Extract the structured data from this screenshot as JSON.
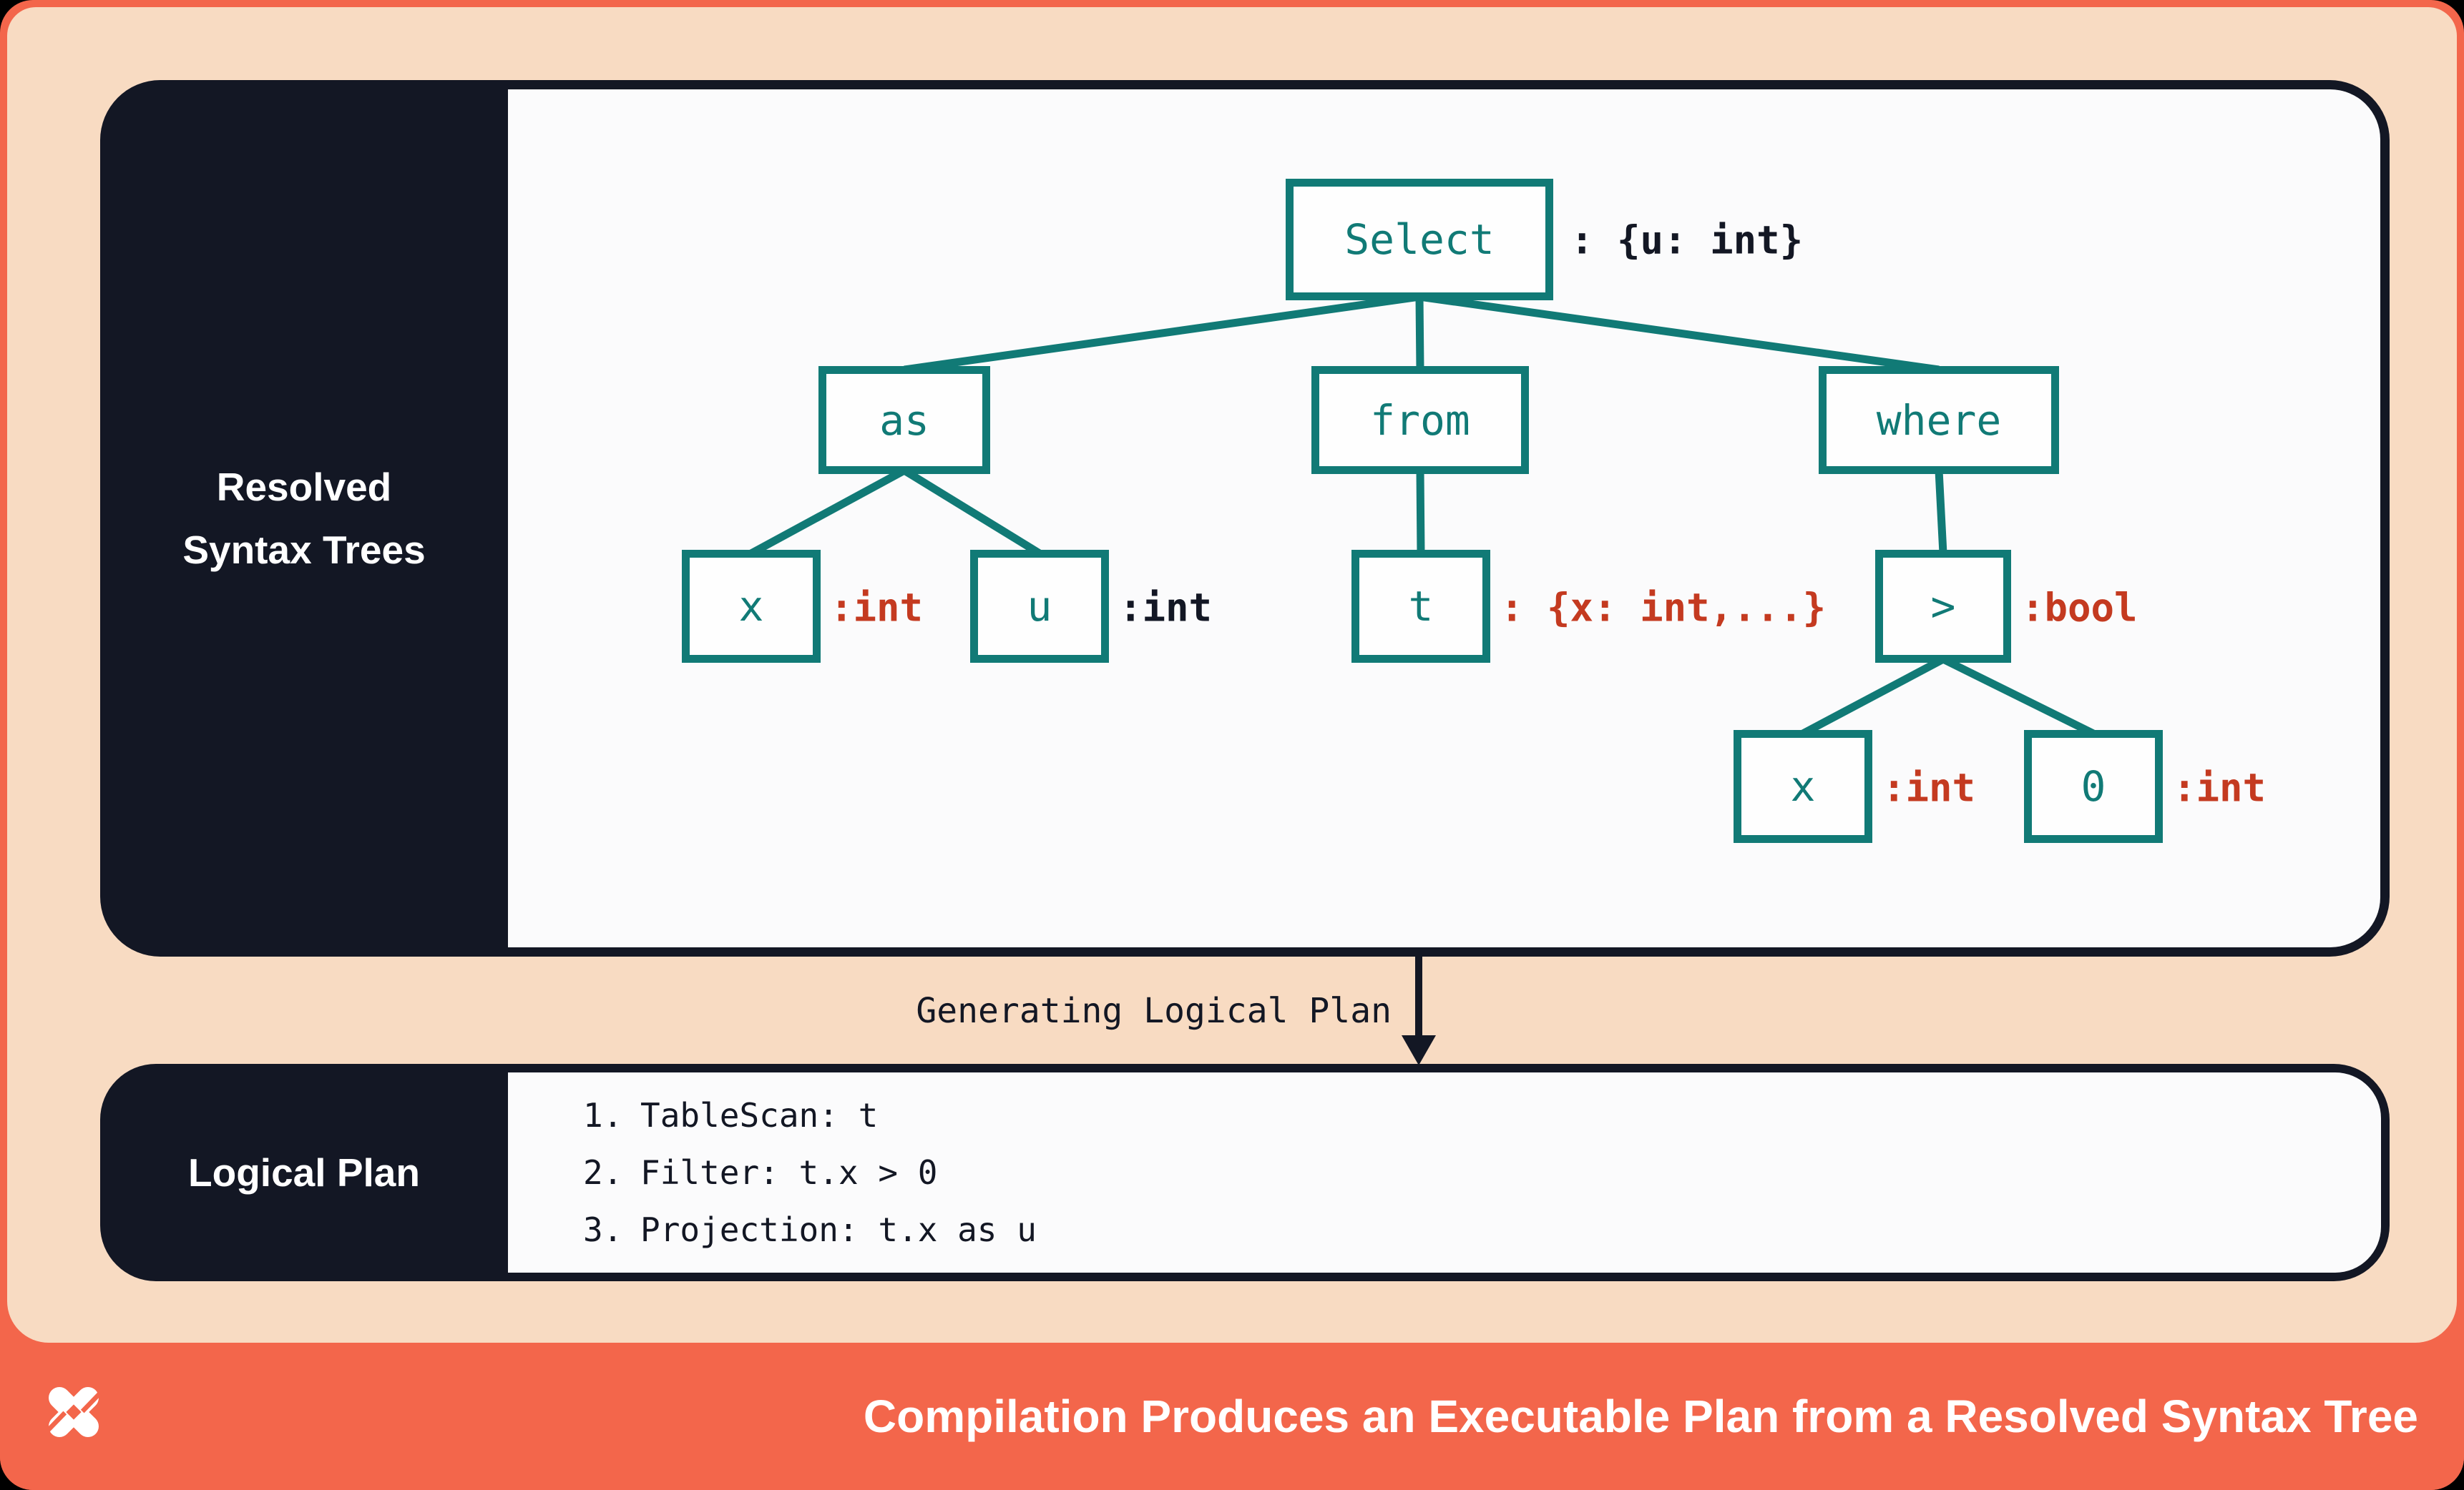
{
  "colors": {
    "frame_orange": "#F3664B",
    "background_peach": "#F8DBC2",
    "panel_navy": "#131724",
    "content_light": "#FBFBFC",
    "node_teal": "#117A76",
    "type_red": "#C43A20",
    "type_navy": "#131724"
  },
  "rst_panel": {
    "label_line1": "Resolved",
    "label_line2": "Syntax Trees",
    "nodes": {
      "select": {
        "label": "Select",
        "type": ": {u: int}",
        "type_color": "#131724"
      },
      "as": {
        "label": "as"
      },
      "from": {
        "label": "from"
      },
      "where": {
        "label": "where"
      },
      "x1": {
        "label": "x",
        "type": ":int",
        "type_color": "#C43A20"
      },
      "u": {
        "label": "u",
        "type": ":int",
        "type_color": "#131724"
      },
      "t": {
        "label": "t",
        "type": ": {x: int,...}",
        "type_color": "#C43A20"
      },
      "gt": {
        "label": ">",
        "type": ":bool",
        "type_color": "#C43A20"
      },
      "x2": {
        "label": "x",
        "type": ":int",
        "type_color": "#C43A20"
      },
      "zero": {
        "label": "0",
        "type": ":int",
        "type_color": "#C43A20"
      }
    },
    "edges": [
      [
        "select",
        "as"
      ],
      [
        "select",
        "from"
      ],
      [
        "select",
        "where"
      ],
      [
        "as",
        "x1"
      ],
      [
        "as",
        "u"
      ],
      [
        "from",
        "t"
      ],
      [
        "where",
        "gt"
      ],
      [
        "gt",
        "x2"
      ],
      [
        "gt",
        "zero"
      ]
    ]
  },
  "transition": {
    "label": "Generating Logical Plan",
    "arrow_icon": "arrow-down-icon"
  },
  "logical_plan_panel": {
    "label": "Logical Plan",
    "steps": [
      {
        "num": "1.",
        "text": "TableScan: t"
      },
      {
        "num": "2.",
        "text": "Filter: t.x > 0"
      },
      {
        "num": "3.",
        "text": "Projection: t.x as u"
      }
    ]
  },
  "footer": {
    "logo_icon": "pinwheel-star-logo",
    "caption": "Compilation Produces an Executable Plan from a Resolved Syntax Tree"
  }
}
